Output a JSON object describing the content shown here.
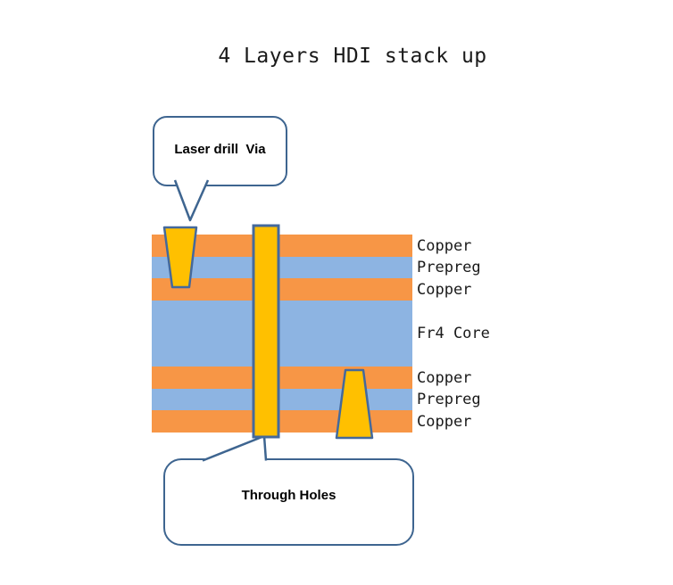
{
  "title": "4 Layers HDI stack up",
  "callouts": {
    "laser_via": {
      "label": "Laser drill  Via"
    },
    "through_holes": {
      "label": "Through Holes"
    }
  },
  "stack": {
    "layers": [
      {
        "label": "Copper",
        "material": "copper",
        "color": "#F79646"
      },
      {
        "label": "Prepreg",
        "material": "dielectric",
        "color": "#8DB4E2"
      },
      {
        "label": "Copper",
        "material": "copper",
        "color": "#F79646"
      },
      {
        "label": "Fr4 Core",
        "material": "dielectric",
        "color": "#8DB4E2"
      },
      {
        "label": "Copper",
        "material": "copper",
        "color": "#F79646"
      },
      {
        "label": "Prepreg",
        "material": "dielectric",
        "color": "#8DB4E2"
      },
      {
        "label": "Copper",
        "material": "copper",
        "color": "#F79646"
      }
    ]
  },
  "colors": {
    "copper": "#F79646",
    "dielectric": "#8DB4E2",
    "via_fill": "#FFC000",
    "shape_outline": "#44699C",
    "callout_border": "#3E6590",
    "background": "#FFFFFF",
    "text": "#1A1A1A"
  }
}
